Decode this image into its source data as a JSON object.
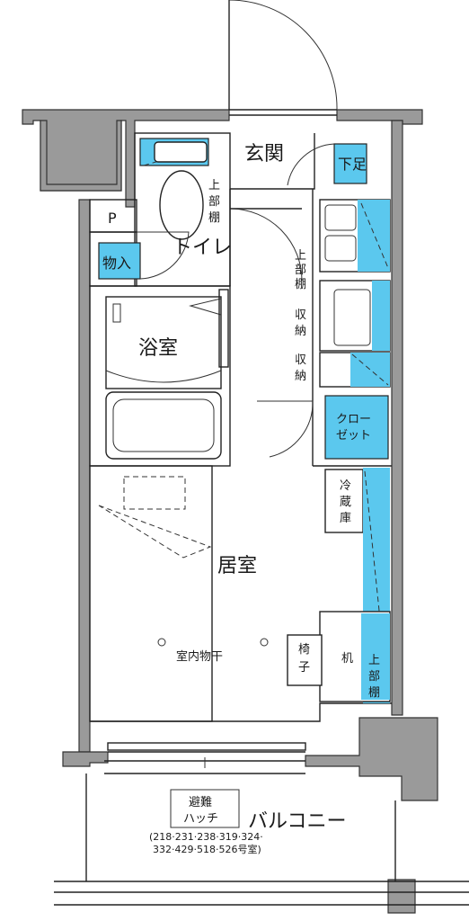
{
  "rooms": {
    "genkan": "玄関",
    "shoes": "下足",
    "toilet": "トイレ",
    "bath": "浴室",
    "living": "居室",
    "storage_in": "物入",
    "parking": "P",
    "balcony": "バルコニー"
  },
  "labels": {
    "toilet_shelf": [
      "上",
      "部",
      "棚"
    ],
    "hall_shelf": [
      "上",
      "部",
      "棚"
    ],
    "storage_1": [
      "収",
      "納"
    ],
    "storage_2": [
      "収",
      "納"
    ],
    "closet": [
      "クロー",
      "ゼット"
    ],
    "fridge": [
      "冷",
      "蔵",
      "庫"
    ],
    "chair": [
      "椅",
      "子"
    ],
    "desk": "机",
    "desk_shelf": [
      "上",
      "部",
      "棚"
    ],
    "laundry": "室内物干",
    "evac": [
      "避難",
      "ハッチ"
    ],
    "evac_rooms_1": "(218·231·238·319·324·",
    "evac_rooms_2": "332·429·518·526号室)"
  },
  "colors": {
    "accent": "#5bc8ee",
    "wall": "#9a9a9a"
  }
}
